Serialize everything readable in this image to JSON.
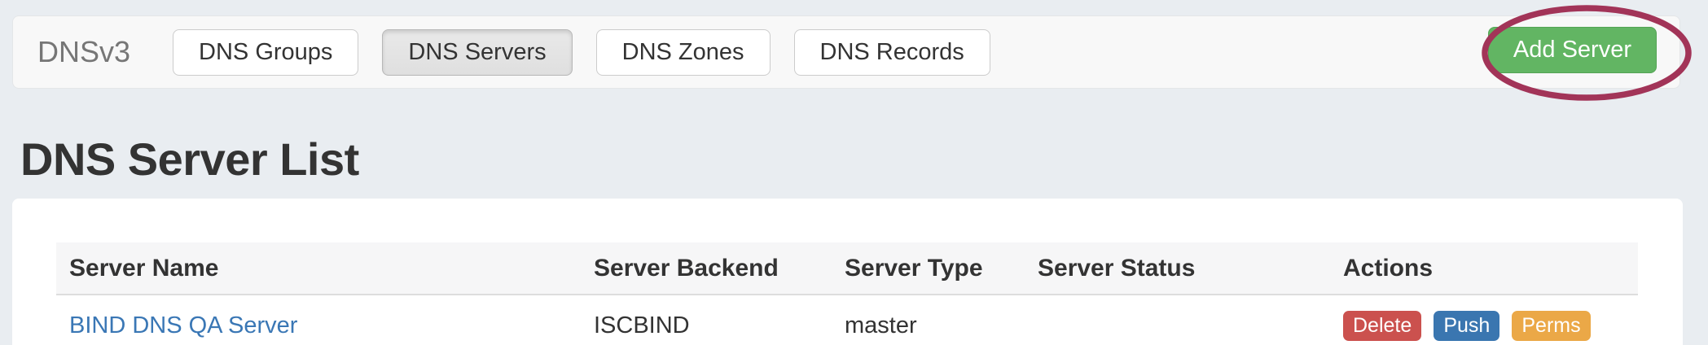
{
  "navbar": {
    "brand": "DNSv3",
    "items": [
      {
        "label": "DNS Groups",
        "active": false
      },
      {
        "label": "DNS Servers",
        "active": true
      },
      {
        "label": "DNS Zones",
        "active": false
      },
      {
        "label": "DNS Records",
        "active": false
      }
    ],
    "add_button_label": "Add Server"
  },
  "annotation": {
    "shape": "ellipse",
    "target": "add-server-button",
    "stroke_color": "#a23458"
  },
  "page": {
    "title": "DNS Server List"
  },
  "table": {
    "columns": [
      "Server Name",
      "Server Backend",
      "Server Type",
      "Server Status",
      "Actions"
    ],
    "rows": [
      {
        "server_name": "BIND DNS QA Server",
        "server_backend": "ISCBIND",
        "server_type": "master",
        "server_status": "",
        "actions": [
          "Delete",
          "Push",
          "Perms"
        ]
      }
    ]
  },
  "colors": {
    "page_background": "#e9edf1",
    "navbar_background": "#f8f8f8",
    "add_button_green": "#62b563",
    "link_blue": "#3a77b5",
    "delete_red": "#cb514e",
    "push_blue": "#3a76b0",
    "perms_orange": "#eba847",
    "annotation_maroon": "#a23458"
  }
}
